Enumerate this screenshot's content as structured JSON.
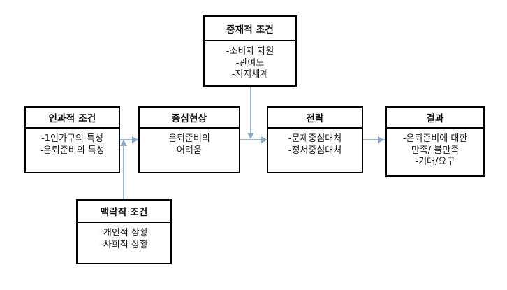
{
  "diagram": {
    "title": "",
    "box_border_color": "#000000",
    "connector_color": "#9db5cd",
    "background_color": "#ffffff",
    "nodes": [
      {
        "id": "intervening",
        "header": "중재적 조건",
        "lines": [
          "-소비자 자원",
          "-관여도",
          "-지지체계"
        ]
      },
      {
        "id": "causal",
        "header": "인과적 조건",
        "lines": [
          "-1인가구의 특성",
          "-은퇴준비의 특성"
        ]
      },
      {
        "id": "phenomenon",
        "header": "중심현상",
        "lines": [
          "은퇴준비의",
          "어려움"
        ]
      },
      {
        "id": "strategy",
        "header": "전략",
        "lines": [
          "-문제중심대처",
          "-정서중심대처"
        ]
      },
      {
        "id": "result",
        "header": "결과",
        "lines": [
          "-은퇴준비에 대한",
          "만족/ 불만족",
          "-기대/요구"
        ]
      },
      {
        "id": "contextual",
        "header": "맥락적 조건",
        "lines": [
          "-개인적 상황",
          "-사회적 상황"
        ]
      }
    ]
  }
}
